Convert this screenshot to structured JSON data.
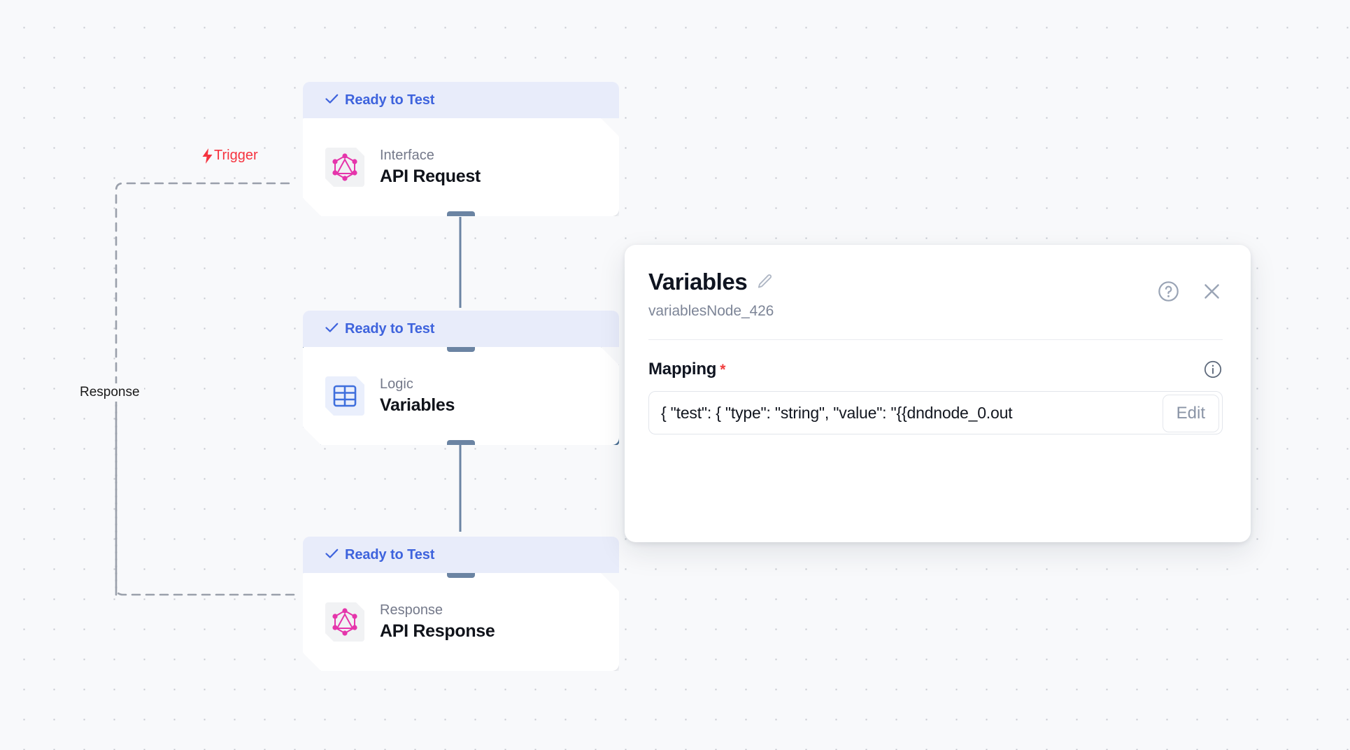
{
  "canvas": {
    "background_color": "#f8f9fb",
    "dot_color": "#c3c7ce"
  },
  "edges": {
    "trigger_label": "Trigger",
    "response_label": "Response",
    "trigger_color": "#f5333f",
    "edge_color": "#9aa0ab"
  },
  "nodes": [
    {
      "status": "Ready to Test",
      "type": "Interface",
      "title": "API Request",
      "icon": "graphql-icon",
      "selected": false
    },
    {
      "status": "Ready to Test",
      "type": "Logic",
      "title": "Variables",
      "icon": "table-icon",
      "selected": true
    },
    {
      "status": "Ready to Test",
      "type": "Response",
      "title": "API Response",
      "icon": "graphql-icon",
      "selected": false
    }
  ],
  "panel": {
    "title": "Variables",
    "subtitle": "variablesNode_426",
    "edit_title_icon": "pencil-icon",
    "help_icon": "help-circle-icon",
    "close_icon": "close-icon",
    "mapping": {
      "label": "Mapping",
      "required_marker": "*",
      "info_icon": "info-circle-icon",
      "value": "{  \"test\": {    \"type\": \"string\",    \"value\": \"{{dndnode_0.out",
      "edit_label": "Edit"
    }
  },
  "colors": {
    "status_bg": "#e8ecfa",
    "status_text": "#3e63dd",
    "selected_border": "#4a6f92",
    "handle": "#6b84a3",
    "graphql_pink": "#e535ab",
    "table_blue": "#3f6fdd"
  }
}
